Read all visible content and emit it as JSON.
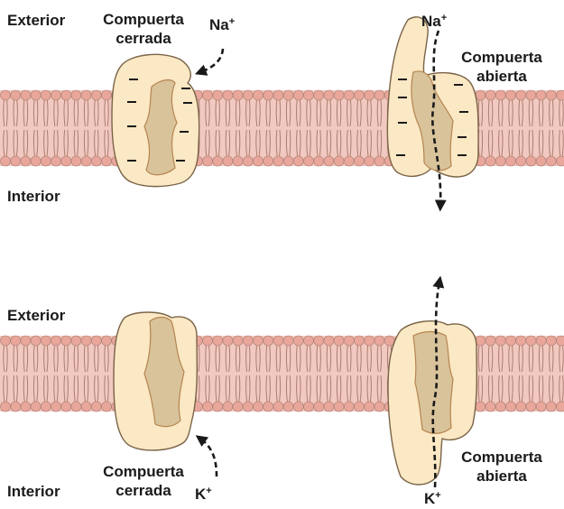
{
  "panels": {
    "top": {
      "exterior": "Exterior",
      "interior": "Interior",
      "closed_gate": {
        "line1": "Compuerta",
        "line2": "cerrada"
      },
      "open_gate": {
        "line1": "Compuerta",
        "line2": "abierta"
      },
      "ion_closed": {
        "base": "Na",
        "charge": "+"
      },
      "ion_open": {
        "base": "Na",
        "charge": "+"
      }
    },
    "bottom": {
      "exterior": "Exterior",
      "interior": "Interior",
      "closed_gate": {
        "line1": "Compuerta",
        "line2": "cerrada"
      },
      "open_gate": {
        "line1": "Compuerta",
        "line2": "abierta"
      },
      "ion_closed": {
        "base": "K",
        "charge": "+"
      },
      "ion_open": {
        "base": "K",
        "charge": "+"
      }
    }
  },
  "colors": {
    "membrane_band": "#f2c9c0",
    "head": "#e9a79b",
    "tail": "#ab7d72",
    "protein_fill": "#fbe8c4",
    "protein_stroke": "#7a6448",
    "channel_fill": "#d9c39b",
    "channel_stroke": "#b58550",
    "arrow": "#1a1a1a"
  }
}
